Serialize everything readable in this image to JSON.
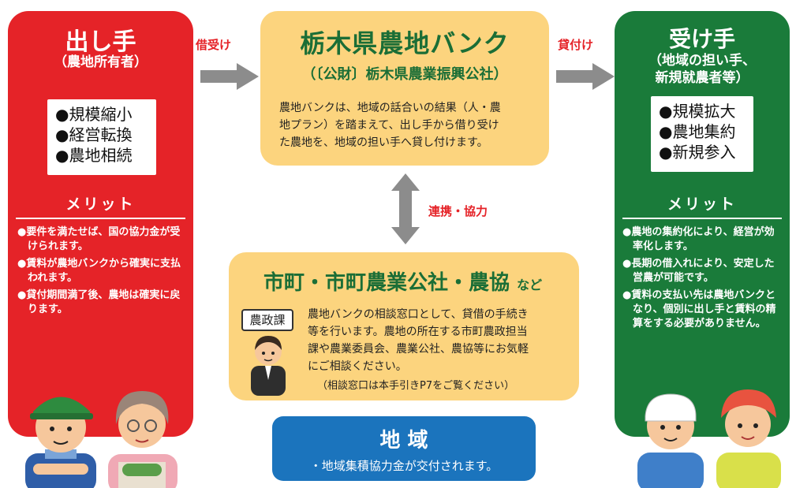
{
  "lender": {
    "title": "出し手",
    "subtitle": "（農地所有者）",
    "reasons": [
      "●規模縮小",
      "●経営転換",
      "●農地相続"
    ],
    "merit_heading": "メリット",
    "merits": [
      "●要件を満たせば、国の協力金が受けられます。",
      "●賃料が農地バンクから確実に支払われます。",
      "●貸付期間満了後、農地は確実に戻ります。"
    ]
  },
  "borrower": {
    "title": "受け手",
    "subtitle_line1": "（地域の担い手、",
    "subtitle_line2": "新規就農者等）",
    "reasons": [
      "●規模拡大",
      "●農地集約",
      "●新規参入"
    ],
    "merit_heading": "メリット",
    "merits": [
      "●農地の集約化により、経営が効率化します。",
      "●長期の借入れにより、安定した営農が可能です。",
      "●賃料の支払い先は農地バンクとなり、個別に出し手と賃料の精算をする必要がありません。"
    ]
  },
  "arrows": {
    "borrow_label": "借受け",
    "lend_label": "貸付け",
    "cooperation_label": "連携・協力"
  },
  "bank": {
    "title": "栃木県農地バンク",
    "subtitle": "（〔公財〕栃木県農業振興公社）",
    "description_lines": [
      "農地バンクは、地域の話合いの結果（人・農",
      "地プラン）を踏まえて、出し手から借り受け",
      "た農地を、地域の担い手へ貸し付けます。"
    ]
  },
  "municipal": {
    "title": "市町・市町農業公社・農協",
    "title_suffix": "など",
    "sign_label": "農政課",
    "description_lines": [
      "農地バンクの相談窓口として、貸借の手続き",
      "等を行います。農地の所在する市町農政担当",
      "課や農業委員会、農業公社、農協等にお気軽",
      "にご相談ください。"
    ],
    "note": "（相談窓口は本手引きP7をご覧ください）"
  },
  "region": {
    "title": "地 域",
    "item": "・地域集積協力金が交付されます。"
  },
  "colors": {
    "lender_red": "#e52328",
    "borrower_green": "#1a7b3a",
    "bank_yellow": "#fcd47e",
    "region_blue": "#1b74bd",
    "arrow_gray": "#8c8c8c",
    "bank_title_green": "#1b6e36"
  },
  "icons": [
    "farmer-man-illustration",
    "farmer-woman-illustration",
    "official-illustration",
    "young-farmer-man-illustration",
    "young-farmer-woman-illustration"
  ]
}
